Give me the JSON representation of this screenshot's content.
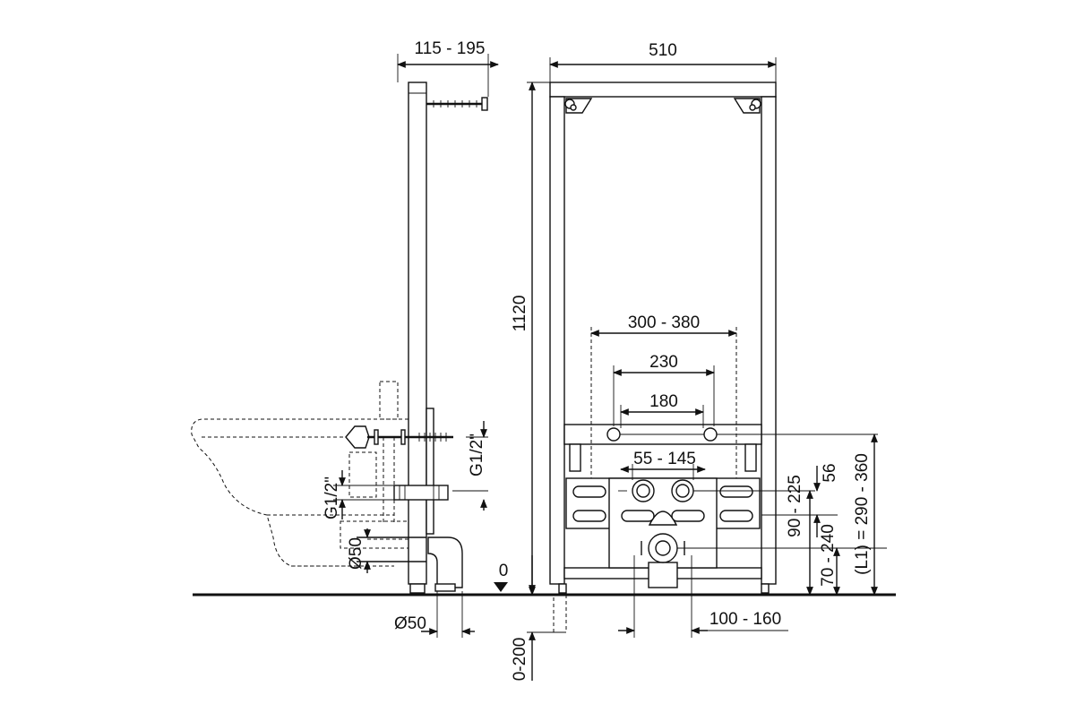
{
  "dimensions": {
    "side_depth": "115 - 195",
    "frame_width": "510",
    "frame_height": "1120",
    "bolt_spacing": "300 - 380",
    "bracket_spacing": "230",
    "bracket_inner": "180",
    "supply_spacing": "55 - 145",
    "drain_offset": "100 - 160",
    "height_56": "56",
    "height_90_225": "90 - 225",
    "height_70_240": "70 - 240",
    "height_l1": "(L1) = 290 - 360",
    "thread_upper": "G1/2\"",
    "thread_lower": "G1/2\"",
    "pipe_upper": "Ø50",
    "pipe_lower": "Ø50",
    "floor_zero": "0",
    "floor_range": "0-200"
  }
}
